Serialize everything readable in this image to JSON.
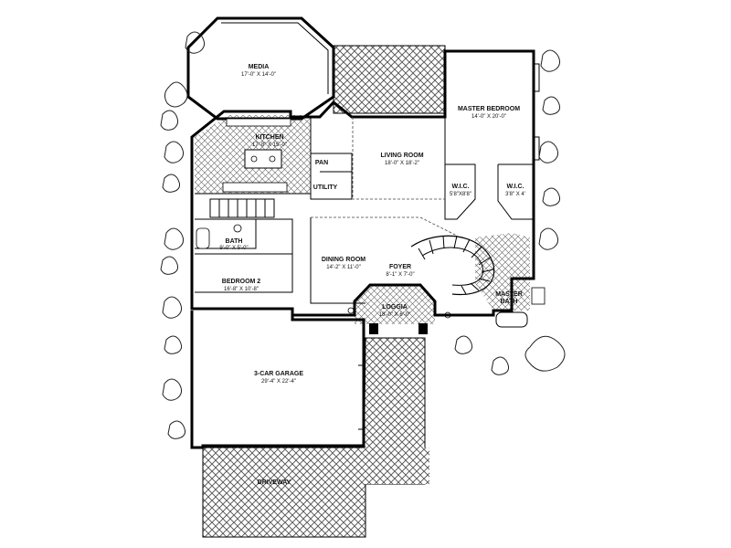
{
  "rooms": {
    "media": {
      "name": "MEDIA",
      "dims": "17'-0\" X 14'-0\""
    },
    "kitchen": {
      "name": "KITCHEN",
      "dims": "17'-8\" X 15'-0\""
    },
    "pan": {
      "name": "PAN"
    },
    "utility": {
      "name": "UTILITY"
    },
    "living": {
      "name": "LIVING ROOM",
      "dims": "18'-0\" X 18'-2\""
    },
    "master_bedroom": {
      "name": "MASTER BEDROOM",
      "dims": "14'-0\" X 20'-0\""
    },
    "wic1": {
      "name": "W.I.C.",
      "dims": "5'8\"X8'8\""
    },
    "wic2": {
      "name": "W.I.C.",
      "dims": "3'8\" X 4'"
    },
    "bath": {
      "name": "BATH",
      "dims": "9'-0\" X 5'-0\""
    },
    "dining": {
      "name": "DINING ROOM",
      "dims": "14'-2\" X 11'-0\""
    },
    "foyer": {
      "name": "FOYER",
      "dims": "8'-1\" X 7'-0\""
    },
    "master_bath": {
      "name": "MASTER",
      "name2": "BATH"
    },
    "bedroom2": {
      "name": "BEDROOM 2",
      "dims": "16'-8\" X 10'-8\""
    },
    "loggia": {
      "name": "LOGGIA",
      "dims": "18'-0\" X 6'-0\""
    },
    "garage": {
      "name": "3-CAR GARAGE",
      "dims": "29'-4\" X 22'-4\""
    },
    "driveway": {
      "name": "DRIVEWAY"
    }
  },
  "colors": {
    "wall": "#000000",
    "paving": "#555555",
    "tree": "#222222",
    "background": "#ffffff"
  }
}
